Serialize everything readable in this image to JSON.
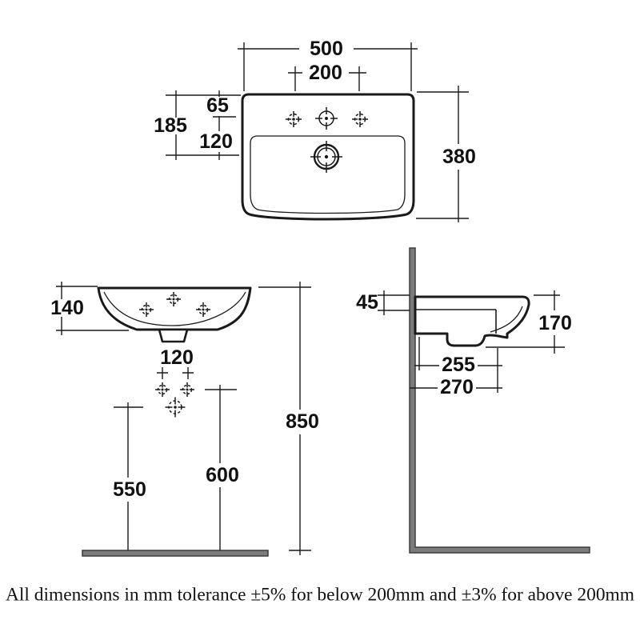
{
  "note": "All dimensions in mm tolerance ±5% for below 200mm and ±3% for above 200mm",
  "views": {
    "plan": {
      "overall_width": "500",
      "tap_hole_spacing": "200",
      "rim_to_tap_holes": "65",
      "rim_to_drain": "185",
      "tap_holes_to_drain": "120",
      "overall_depth": "380"
    },
    "front": {
      "basin_height": "140",
      "fixing_hole_spacing": "120",
      "floor_to_waste": "550",
      "floor_to_fixing_holes": "600",
      "floor_to_rim": "850"
    },
    "side": {
      "rim_to_underside": "45",
      "front_height": "170",
      "wall_to_waste": "255",
      "wall_to_underside_front": "270"
    }
  },
  "symbols": {
    "tap_hole": "registration-mark",
    "waste_outlet": "registration-mark-double-circle",
    "fixing_hole": "registration-mark-small"
  },
  "colors": {
    "line": "#1a1a1a",
    "wall_fill": "#7b7b7b",
    "wall_edge": "#3c3c3c",
    "background": "#ffffff"
  }
}
